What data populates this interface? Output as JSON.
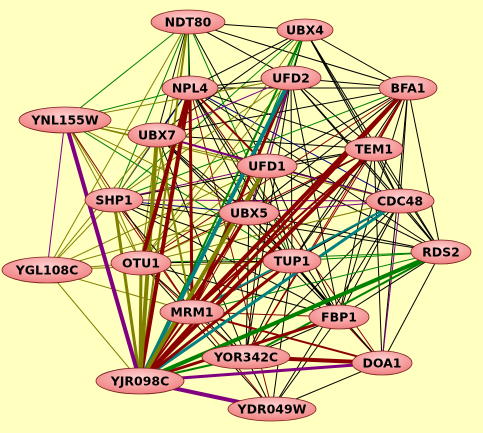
{
  "background": "#ffffc0",
  "node_color": "#f08080",
  "node_highlight": "#ffd0d0",
  "edge_colors": {
    "default": "#000000",
    "red": "#8b0000",
    "olive": "#808000",
    "green": "#008000",
    "teal": "#008080",
    "purple": "#800080",
    "blue": "#000080"
  },
  "nodes": [
    {
      "id": "NDT80",
      "label": "NDT80"
    },
    {
      "id": "UBX4",
      "label": "UBX4"
    },
    {
      "id": "NPL4",
      "label": "NPL4"
    },
    {
      "id": "UFD2",
      "label": "UFD2"
    },
    {
      "id": "BFA1",
      "label": "BFA1"
    },
    {
      "id": "YNL155W",
      "label": "YNL155W"
    },
    {
      "id": "UBX7",
      "label": "UBX7"
    },
    {
      "id": "TEM1",
      "label": "TEM1"
    },
    {
      "id": "UFD1",
      "label": "UFD1"
    },
    {
      "id": "SHP1",
      "label": "SHP1"
    },
    {
      "id": "CDC48",
      "label": "CDC48"
    },
    {
      "id": "UBX5",
      "label": "UBX5"
    },
    {
      "id": "RDS2",
      "label": "RDS2"
    },
    {
      "id": "YGL108C",
      "label": "YGL108C"
    },
    {
      "id": "OTU1",
      "label": "OTU1"
    },
    {
      "id": "TUP1",
      "label": "TUP1"
    },
    {
      "id": "MRM1",
      "label": "MRM1"
    },
    {
      "id": "FBP1",
      "label": "FBP1"
    },
    {
      "id": "YOR342C",
      "label": "YOR342C"
    },
    {
      "id": "DOA1",
      "label": "DOA1"
    },
    {
      "id": "YJR098C",
      "label": "YJR098C"
    },
    {
      "id": "YDR049W",
      "label": "YDR049W"
    }
  ],
  "edges": [
    {
      "s": "YJR098C",
      "t": "YNL155W",
      "c": "purple",
      "w": 4
    },
    {
      "s": "YJR098C",
      "t": "YDR049W",
      "c": "purple",
      "w": 4
    },
    {
      "s": "YJR098C",
      "t": "DOA1",
      "c": "purple",
      "w": 3
    },
    {
      "s": "YJR098C",
      "t": "NPL4",
      "c": "red",
      "w": 4
    },
    {
      "s": "YJR098C",
      "t": "UBX7",
      "c": "olive",
      "w": 4
    },
    {
      "s": "YJR098C",
      "t": "SHP1",
      "c": "olive",
      "w": 3
    },
    {
      "s": "YJR098C",
      "t": "UFD2",
      "c": "teal",
      "w": 4
    },
    {
      "s": "YJR098C",
      "t": "UFD1",
      "c": "olive",
      "w": 4
    },
    {
      "s": "YJR098C",
      "t": "TEM1",
      "c": "red",
      "w": 4
    },
    {
      "s": "YJR098C",
      "t": "CDC48",
      "c": "teal",
      "w": 3
    },
    {
      "s": "YJR098C",
      "t": "RDS2",
      "c": "green",
      "w": 4
    },
    {
      "s": "YJR098C",
      "t": "BFA1",
      "c": "red",
      "w": 3
    },
    {
      "s": "YJR098C",
      "t": "TUP1",
      "c": "red",
      "w": 3
    },
    {
      "s": "YJR098C",
      "t": "UBX5",
      "c": "red",
      "w": 3
    },
    {
      "s": "YJR098C",
      "t": "OTU1",
      "c": "olive",
      "w": 3
    },
    {
      "s": "YJR098C",
      "t": "FBP1",
      "c": "red",
      "w": 3
    },
    {
      "s": "YJR098C",
      "t": "YOR342C",
      "c": "green",
      "w": 2
    },
    {
      "s": "YJR098C",
      "t": "YGL108C",
      "c": "olive",
      "w": 1
    },
    {
      "s": "YJR098C",
      "t": "MRM1",
      "c": "red",
      "w": 2
    },
    {
      "s": "YJR098C",
      "t": "NDT80",
      "c": "olive",
      "w": 2
    },
    {
      "s": "YJR098C",
      "t": "UBX4",
      "c": "green",
      "w": 2
    },
    {
      "s": "MRM1",
      "t": "BFA1",
      "c": "red",
      "w": 4
    },
    {
      "s": "MRM1",
      "t": "UFD2",
      "c": "red",
      "w": 3
    },
    {
      "s": "MRM1",
      "t": "NPL4",
      "c": "red",
      "w": 3
    },
    {
      "s": "MRM1",
      "t": "DOA1",
      "c": "red",
      "w": 2
    },
    {
      "s": "MRM1",
      "t": "CDC48",
      "c": "teal",
      "w": 2
    },
    {
      "s": "MRM1",
      "t": "UBX7",
      "c": "olive",
      "w": 2
    },
    {
      "s": "NPL4",
      "t": "YDR049W",
      "c": "red",
      "w": 1
    },
    {
      "s": "NPL4",
      "t": "OTU1",
      "c": "red",
      "w": 4
    },
    {
      "s": "NPL4",
      "t": "DOA1",
      "c": "red",
      "w": 1
    },
    {
      "s": "FBP1",
      "t": "DOA1",
      "c": "red",
      "w": 1
    },
    {
      "s": "YOR342C",
      "t": "DOA1",
      "c": "red",
      "w": 4
    },
    {
      "s": "YOR342C",
      "t": "RDS2",
      "c": "green",
      "w": 2
    },
    {
      "s": "SHP1",
      "t": "YGL108C",
      "c": "olive",
      "w": 1
    },
    {
      "s": "SHP1",
      "t": "YNL155W",
      "c": "olive",
      "w": 1
    },
    {
      "s": "YNL155W",
      "t": "YGL108C",
      "c": "purple",
      "w": 1
    },
    {
      "s": "TEM1",
      "t": "BFA1",
      "c": "red",
      "w": 2
    },
    {
      "s": "UFD1",
      "t": "UBX7",
      "c": "purple",
      "w": 2
    },
    {
      "s": "UFD1",
      "t": "NPL4",
      "c": "red",
      "w": 2
    },
    {
      "s": "CDC48",
      "t": "SHP1",
      "c": "purple",
      "w": 1
    },
    {
      "s": "NDT80",
      "t": "UBX4",
      "c": "default",
      "w": 1
    },
    {
      "s": "NDT80",
      "t": "NPL4",
      "c": "default",
      "w": 1
    },
    {
      "s": "NDT80",
      "t": "UFD2",
      "c": "default",
      "w": 1
    },
    {
      "s": "NDT80",
      "t": "BFA1",
      "c": "default",
      "w": 1
    },
    {
      "s": "NDT80",
      "t": "YNL155W",
      "c": "green",
      "w": 1
    },
    {
      "s": "NDT80",
      "t": "UBX7",
      "c": "default",
      "w": 1
    },
    {
      "s": "NDT80",
      "t": "UFD1",
      "c": "default",
      "w": 1
    },
    {
      "s": "NDT80",
      "t": "SHP1",
      "c": "green",
      "w": 1
    },
    {
      "s": "NDT80",
      "t": "OTU1",
      "c": "olive",
      "w": 1
    },
    {
      "s": "NDT80",
      "t": "MRM1",
      "c": "green",
      "w": 1
    },
    {
      "s": "NDT80",
      "t": "TUP1",
      "c": "green",
      "w": 1
    },
    {
      "s": "UBX4",
      "t": "UFD2",
      "c": "default",
      "w": 1
    },
    {
      "s": "UBX4",
      "t": "BFA1",
      "c": "default",
      "w": 1
    },
    {
      "s": "UBX4",
      "t": "NPL4",
      "c": "default",
      "w": 1
    },
    {
      "s": "UBX4",
      "t": "UBX7",
      "c": "default",
      "w": 1
    },
    {
      "s": "UBX4",
      "t": "UFD1",
      "c": "default",
      "w": 1
    },
    {
      "s": "UBX4",
      "t": "TEM1",
      "c": "default",
      "w": 1
    },
    {
      "s": "UBX4",
      "t": "SHP1",
      "c": "green",
      "w": 1
    },
    {
      "s": "UBX4",
      "t": "MRM1",
      "c": "green",
      "w": 1
    },
    {
      "s": "UBX4",
      "t": "OTU1",
      "c": "olive",
      "w": 1
    },
    {
      "s": "UBX4",
      "t": "UBX5",
      "c": "green",
      "w": 1
    },
    {
      "s": "NPL4",
      "t": "UFD2",
      "c": "default",
      "w": 1
    },
    {
      "s": "NPL4",
      "t": "BFA1",
      "c": "default",
      "w": 1
    },
    {
      "s": "NPL4",
      "t": "UBX7",
      "c": "default",
      "w": 1
    },
    {
      "s": "NPL4",
      "t": "TEM1",
      "c": "default",
      "w": 1
    },
    {
      "s": "NPL4",
      "t": "CDC48",
      "c": "blue",
      "w": 1
    },
    {
      "s": "NPL4",
      "t": "SHP1",
      "c": "blue",
      "w": 1
    },
    {
      "s": "NPL4",
      "t": "UBX5",
      "c": "default",
      "w": 1
    },
    {
      "s": "NPL4",
      "t": "TUP1",
      "c": "default",
      "w": 1
    },
    {
      "s": "NPL4",
      "t": "YNL155W",
      "c": "green",
      "w": 1
    },
    {
      "s": "NPL4",
      "t": "RDS2",
      "c": "default",
      "w": 1
    },
    {
      "s": "NPL4",
      "t": "FBP1",
      "c": "default",
      "w": 1
    },
    {
      "s": "UFD2",
      "t": "BFA1",
      "c": "default",
      "w": 1
    },
    {
      "s": "UFD2",
      "t": "UBX7",
      "c": "purple",
      "w": 1
    },
    {
      "s": "UFD2",
      "t": "TEM1",
      "c": "default",
      "w": 1
    },
    {
      "s": "UFD2",
      "t": "UFD1",
      "c": "purple",
      "w": 1
    },
    {
      "s": "UFD2",
      "t": "CDC48",
      "c": "default",
      "w": 1
    },
    {
      "s": "UFD2",
      "t": "SHP1",
      "c": "olive",
      "w": 1
    },
    {
      "s": "UFD2",
      "t": "UBX5",
      "c": "purple",
      "w": 1
    },
    {
      "s": "UFD2",
      "t": "OTU1",
      "c": "olive",
      "w": 1
    },
    {
      "s": "UFD2",
      "t": "TUP1",
      "c": "default",
      "w": 1
    },
    {
      "s": "UFD2",
      "t": "YNL155W",
      "c": "olive",
      "w": 1
    },
    {
      "s": "UFD2",
      "t": "RDS2",
      "c": "default",
      "w": 1
    },
    {
      "s": "UFD2",
      "t": "FBP1",
      "c": "default",
      "w": 1
    },
    {
      "s": "UFD2",
      "t": "YOR342C",
      "c": "default",
      "w": 1
    },
    {
      "s": "BFA1",
      "t": "UBX7",
      "c": "default",
      "w": 1
    },
    {
      "s": "BFA1",
      "t": "UFD1",
      "c": "default",
      "w": 1
    },
    {
      "s": "BFA1",
      "t": "CDC48",
      "c": "default",
      "w": 1
    },
    {
      "s": "BFA1",
      "t": "RDS2",
      "c": "default",
      "w": 1
    },
    {
      "s": "BFA1",
      "t": "TUP1",
      "c": "default",
      "w": 1
    },
    {
      "s": "BFA1",
      "t": "UBX5",
      "c": "default",
      "w": 1
    },
    {
      "s": "BFA1",
      "t": "SHP1",
      "c": "green",
      "w": 1
    },
    {
      "s": "BFA1",
      "t": "OTU1",
      "c": "red",
      "w": 1
    },
    {
      "s": "BFA1",
      "t": "FBP1",
      "c": "default",
      "w": 1
    },
    {
      "s": "BFA1",
      "t": "DOA1",
      "c": "default",
      "w": 1
    },
    {
      "s": "BFA1",
      "t": "YOR342C",
      "c": "red",
      "w": 1
    },
    {
      "s": "YNL155W",
      "t": "UBX7",
      "c": "olive",
      "w": 1
    },
    {
      "s": "YNL155W",
      "t": "UFD1",
      "c": "olive",
      "w": 1
    },
    {
      "s": "YNL155W",
      "t": "OTU1",
      "c": "olive",
      "w": 1
    },
    {
      "s": "YNL155W",
      "t": "MRM1",
      "c": "red",
      "w": 1
    },
    {
      "s": "YNL155W",
      "t": "UBX5",
      "c": "olive",
      "w": 1
    },
    {
      "s": "YNL155W",
      "t": "CDC48",
      "c": "olive",
      "w": 1
    },
    {
      "s": "YNL155W",
      "t": "TUP1",
      "c": "green",
      "w": 1
    },
    {
      "s": "UBX7",
      "t": "TEM1",
      "c": "default",
      "w": 1
    },
    {
      "s": "UBX7",
      "t": "SHP1",
      "c": "olive",
      "w": 1
    },
    {
      "s": "UBX7",
      "t": "CDC48",
      "c": "default",
      "w": 1
    },
    {
      "s": "UBX7",
      "t": "UBX5",
      "c": "default",
      "w": 1
    },
    {
      "s": "UBX7",
      "t": "OTU1",
      "c": "olive",
      "w": 1
    },
    {
      "s": "UBX7",
      "t": "TUP1",
      "c": "default",
      "w": 1
    },
    {
      "s": "UBX7",
      "t": "FBP1",
      "c": "default",
      "w": 1
    },
    {
      "s": "UBX7",
      "t": "YGL108C",
      "c": "olive",
      "w": 1
    },
    {
      "s": "UBX7",
      "t": "YOR342C",
      "c": "default",
      "w": 1
    },
    {
      "s": "TEM1",
      "t": "UFD1",
      "c": "default",
      "w": 1
    },
    {
      "s": "TEM1",
      "t": "CDC48",
      "c": "default",
      "w": 1
    },
    {
      "s": "TEM1",
      "t": "UBX5",
      "c": "default",
      "w": 1
    },
    {
      "s": "TEM1",
      "t": "SHP1",
      "c": "default",
      "w": 1
    },
    {
      "s": "TEM1",
      "t": "OTU1",
      "c": "red",
      "w": 1
    },
    {
      "s": "TEM1",
      "t": "TUP1",
      "c": "default",
      "w": 1
    },
    {
      "s": "TEM1",
      "t": "RDS2",
      "c": "default",
      "w": 1
    },
    {
      "s": "TEM1",
      "t": "MRM1",
      "c": "red",
      "w": 2
    },
    {
      "s": "TEM1",
      "t": "FBP1",
      "c": "default",
      "w": 1
    },
    {
      "s": "TEM1",
      "t": "DOA1",
      "c": "default",
      "w": 1
    },
    {
      "s": "TEM1",
      "t": "YOR342C",
      "c": "red",
      "w": 1
    },
    {
      "s": "UFD1",
      "t": "SHP1",
      "c": "purple",
      "w": 1
    },
    {
      "s": "UFD1",
      "t": "CDC48",
      "c": "purple",
      "w": 1
    },
    {
      "s": "UFD1",
      "t": "UBX5",
      "c": "default",
      "w": 1
    },
    {
      "s": "UFD1",
      "t": "OTU1",
      "c": "olive",
      "w": 1
    },
    {
      "s": "UFD1",
      "t": "TUP1",
      "c": "default",
      "w": 1
    },
    {
      "s": "UFD1",
      "t": "MRM1",
      "c": "red",
      "w": 1
    },
    {
      "s": "UFD1",
      "t": "RDS2",
      "c": "default",
      "w": 1
    },
    {
      "s": "UFD1",
      "t": "FBP1",
      "c": "default",
      "w": 1
    },
    {
      "s": "UFD1",
      "t": "YOR342C",
      "c": "default",
      "w": 1
    },
    {
      "s": "UFD1",
      "t": "YGL108C",
      "c": "olive",
      "w": 1
    },
    {
      "s": "SHP1",
      "t": "UBX5",
      "c": "blue",
      "w": 1
    },
    {
      "s": "SHP1",
      "t": "OTU1",
      "c": "olive",
      "w": 1
    },
    {
      "s": "SHP1",
      "t": "TUP1",
      "c": "default",
      "w": 1
    },
    {
      "s": "SHP1",
      "t": "MRM1",
      "c": "red",
      "w": 1
    },
    {
      "s": "SHP1",
      "t": "RDS2",
      "c": "default",
      "w": 1
    },
    {
      "s": "SHP1",
      "t": "FBP1",
      "c": "default",
      "w": 1
    },
    {
      "s": "SHP1",
      "t": "YOR342C",
      "c": "default",
      "w": 1
    },
    {
      "s": "CDC48",
      "t": "UBX5",
      "c": "purple",
      "w": 1
    },
    {
      "s": "CDC48",
      "t": "OTU1",
      "c": "olive",
      "w": 1
    },
    {
      "s": "CDC48",
      "t": "TUP1",
      "c": "default",
      "w": 1
    },
    {
      "s": "CDC48",
      "t": "RDS2",
      "c": "default",
      "w": 1
    },
    {
      "s": "CDC48",
      "t": "FBP1",
      "c": "default",
      "w": 1
    },
    {
      "s": "CDC48",
      "t": "DOA1",
      "c": "purple",
      "w": 1
    },
    {
      "s": "CDC48",
      "t": "YOR342C",
      "c": "default",
      "w": 1
    },
    {
      "s": "CDC48",
      "t": "YDR049W",
      "c": "default",
      "w": 1
    },
    {
      "s": "UBX5",
      "t": "OTU1",
      "c": "olive",
      "w": 1
    },
    {
      "s": "UBX5",
      "t": "TUP1",
      "c": "default",
      "w": 1
    },
    {
      "s": "UBX5",
      "t": "MRM1",
      "c": "red",
      "w": 1
    },
    {
      "s": "UBX5",
      "t": "RDS2",
      "c": "default",
      "w": 1
    },
    {
      "s": "UBX5",
      "t": "FBP1",
      "c": "default",
      "w": 1
    },
    {
      "s": "UBX5",
      "t": "YOR342C",
      "c": "default",
      "w": 1
    },
    {
      "s": "UBX5",
      "t": "DOA1",
      "c": "default",
      "w": 1
    },
    {
      "s": "UBX5",
      "t": "YGL108C",
      "c": "olive",
      "w": 1
    },
    {
      "s": "RDS2",
      "t": "TUP1",
      "c": "green",
      "w": 1
    },
    {
      "s": "RDS2",
      "t": "FBP1",
      "c": "default",
      "w": 1
    },
    {
      "s": "RDS2",
      "t": "DOA1",
      "c": "default",
      "w": 1
    },
    {
      "s": "RDS2",
      "t": "MRM1",
      "c": "green",
      "w": 1
    },
    {
      "s": "RDS2",
      "t": "OTU1",
      "c": "green",
      "w": 1
    },
    {
      "s": "YGL108C",
      "t": "OTU1",
      "c": "olive",
      "w": 1
    },
    {
      "s": "YGL108C",
      "t": "MRM1",
      "c": "olive",
      "w": 1
    },
    {
      "s": "YGL108C",
      "t": "TUP1",
      "c": "olive",
      "w": 1
    },
    {
      "s": "OTU1",
      "t": "TUP1",
      "c": "default",
      "w": 1
    },
    {
      "s": "OTU1",
      "t": "MRM1",
      "c": "red",
      "w": 1
    },
    {
      "s": "OTU1",
      "t": "FBP1",
      "c": "default",
      "w": 1
    },
    {
      "s": "OTU1",
      "t": "YOR342C",
      "c": "default",
      "w": 1
    },
    {
      "s": "OTU1",
      "t": "YDR049W",
      "c": "default",
      "w": 1
    },
    {
      "s": "TUP1",
      "t": "MRM1",
      "c": "red",
      "w": 1
    },
    {
      "s": "TUP1",
      "t": "FBP1",
      "c": "default",
      "w": 1
    },
    {
      "s": "TUP1",
      "t": "DOA1",
      "c": "default",
      "w": 1
    },
    {
      "s": "TUP1",
      "t": "YOR342C",
      "c": "default",
      "w": 1
    },
    {
      "s": "TUP1",
      "t": "YDR049W",
      "c": "default",
      "w": 1
    },
    {
      "s": "MRM1",
      "t": "FBP1",
      "c": "red",
      "w": 1
    },
    {
      "s": "MRM1",
      "t": "YOR342C",
      "c": "red",
      "w": 1
    },
    {
      "s": "MRM1",
      "t": "YDR049W",
      "c": "red",
      "w": 1
    },
    {
      "s": "FBP1",
      "t": "YOR342C",
      "c": "default",
      "w": 1
    },
    {
      "s": "FBP1",
      "t": "YDR049W",
      "c": "default",
      "w": 1
    },
    {
      "s": "YOR342C",
      "t": "YDR049W",
      "c": "default",
      "w": 1
    },
    {
      "s": "DOA1",
      "t": "YDR049W",
      "c": "default",
      "w": 1
    },
    {
      "s": "NDT80",
      "t": "YGL108C",
      "c": "olive",
      "w": 1
    },
    {
      "s": "UBX4",
      "t": "RDS2",
      "c": "default",
      "w": 1
    },
    {
      "s": "UBX4",
      "t": "CDC48",
      "c": "default",
      "w": 1
    },
    {
      "s": "UFD2",
      "t": "MRM1",
      "c": "teal",
      "w": 1
    }
  ]
}
